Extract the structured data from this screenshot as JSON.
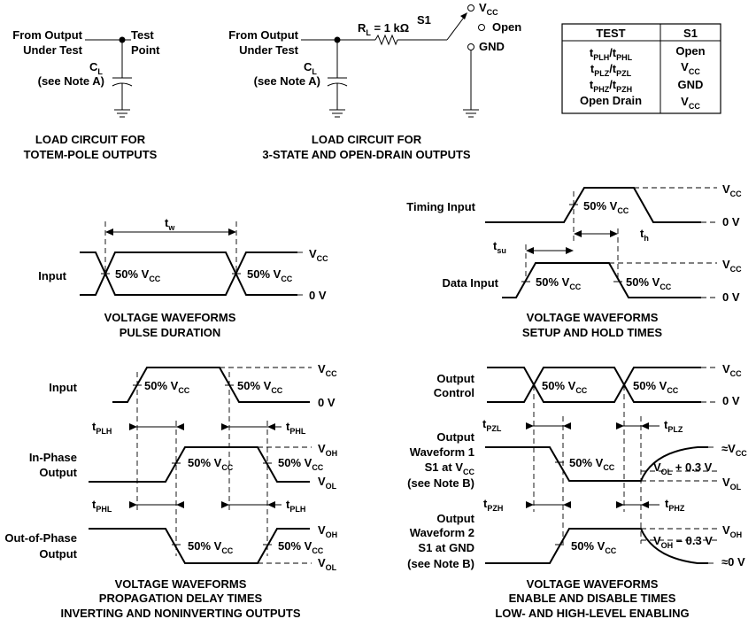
{
  "load_totem": {
    "from_output": "From Output",
    "under_test": "Under Test",
    "test": "Test",
    "point": "Point",
    "cl_main": "C",
    "cl_sub": "L",
    "note": "(see Note A)",
    "caption1": "LOAD CIRCUIT FOR",
    "caption2": "TOTEM-POLE OUTPUTS"
  },
  "load_3state": {
    "from_output": "From Output",
    "under_test": "Under Test",
    "cl_main": "C",
    "cl_sub": "L",
    "note": "(see Note A)",
    "rl_main": "R",
    "rl_sub": "L",
    "rl_value": " = 1 kΩ",
    "s1": "S1",
    "vcc_main": "V",
    "vcc_sub": "CC",
    "open": "Open",
    "gnd": "GND",
    "caption1": "LOAD CIRCUIT FOR",
    "caption2": "3-STATE AND OPEN-DRAIN OUTPUTS"
  },
  "test_table": {
    "headers": [
      "TEST",
      "S1"
    ],
    "tests": [
      {
        "t1": "t",
        "s1": "PLH",
        "sep": "/t",
        "s2": "PHL"
      },
      {
        "t1": "t",
        "s1": "PLZ",
        "sep": "/t",
        "s2": "PZL"
      },
      {
        "t1": "t",
        "s1": "PHZ",
        "sep": "/t",
        "s2": "PZH"
      },
      {
        "text": "Open Drain"
      }
    ],
    "s1": [
      {
        "text": "Open"
      },
      {
        "main": "V",
        "sub": "CC"
      },
      {
        "text": "GND"
      },
      {
        "main": "V",
        "sub": "CC"
      }
    ]
  },
  "pulse": {
    "tw_main": "t",
    "tw_sub": "w",
    "input": "Input",
    "pct": "50% V",
    "cc": "CC",
    "vcc_main": "V",
    "vcc_sub": "CC",
    "zero": "0 V",
    "caption1": "VOLTAGE WAVEFORMS",
    "caption2": "PULSE DURATION"
  },
  "setup": {
    "timing_input": "Timing Input",
    "data_input": "Data Input",
    "pct": "50% V",
    "cc": "CC",
    "vcc_main": "V",
    "vcc_sub": "CC",
    "zero": "0 V",
    "tsu_main": "t",
    "tsu_sub": "su",
    "th_main": "t",
    "th_sub": "h",
    "caption1": "VOLTAGE WAVEFORMS",
    "caption2": "SETUP AND HOLD TIMES"
  },
  "prop": {
    "input": "Input",
    "in_phase1": "In-Phase",
    "in_phase2": "Output",
    "out_phase1": "Out-of-Phase",
    "out_phase2": "Output",
    "pct": "50% V",
    "cc": "CC",
    "v": "V",
    "vcc_sub": "CC",
    "voh_sub": "OH",
    "vol_sub": "OL",
    "zero": "0 V",
    "t": "t",
    "plh": "PLH",
    "phl": "PHL",
    "caption1": "VOLTAGE WAVEFORMS",
    "caption2": "PROPAGATION DELAY TIMES",
    "caption3": "INVERTING AND NONINVERTING OUTPUTS"
  },
  "enable": {
    "oc1": "Output",
    "oc2": "Control",
    "w1_1": "Output",
    "w1_2": "Waveform 1",
    "w1_3a": "S1 at V",
    "w1_3b": "CC",
    "w1_4": "(see Note B)",
    "w2_1": "Output",
    "w2_2": "Waveform 2",
    "w2_3": "S1 at GND",
    "w2_4": "(see Note B)",
    "pct": "50% V",
    "cc": "CC",
    "v": "V",
    "vcc_sub": "CC",
    "vol_sub": "OL",
    "voh_sub": "OH",
    "zero": "0 V",
    "approx_vcc": "≈V",
    "approx_zero": "≈0 V",
    "vol_plus": " + 0.3 V",
    "voh_minus": " – 0.3 V",
    "t": "t",
    "pzl": "PZL",
    "plz": "PLZ",
    "pzh": "PZH",
    "phz": "PHZ",
    "caption1": "VOLTAGE WAVEFORMS",
    "caption2": "ENABLE AND DISABLE TIMES",
    "caption3": "LOW- AND HIGH-LEVEL ENABLING"
  }
}
